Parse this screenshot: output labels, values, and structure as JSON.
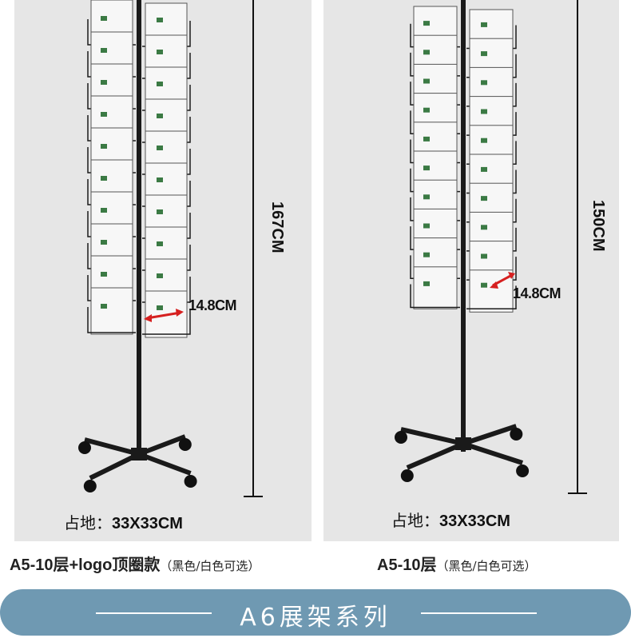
{
  "left_product": {
    "height_label": "167CM",
    "width_label": "14.8CM",
    "footprint_prefix": "占地：",
    "footprint_value": "33X33CM",
    "caption_main": "A5-10层+logo顶圈款",
    "caption_sub": "（黑色/白色可选）"
  },
  "right_product": {
    "height_label": "150CM",
    "width_label": "14.8CM",
    "footprint_prefix": "占地：",
    "footprint_value": "33X33CM",
    "caption_main": "A5-10层",
    "caption_sub": "（黑色/白色可选）"
  },
  "banner": {
    "title": "A6展架系列"
  },
  "colors": {
    "panel_bg": "#e6e6e6",
    "banner_bg": "#6f99b2",
    "measure_arrow": "#d62020",
    "rack": "#1a1a1a"
  }
}
